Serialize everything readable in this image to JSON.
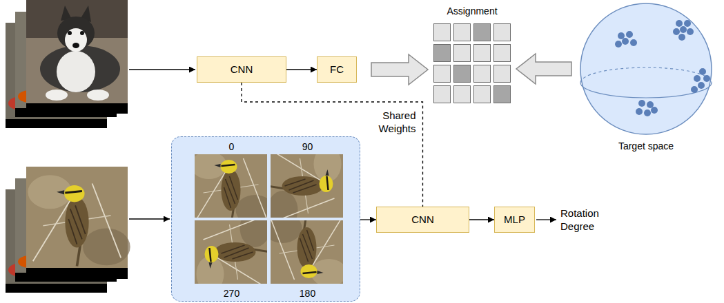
{
  "diagram": {
    "nodes": [
      {
        "text": [
          "CNN"
        ]
      },
      {
        "text": [
          "FC"
        ]
      },
      {
        "text": [
          "Assignment"
        ]
      },
      {
        "text": [
          "Target space"
        ]
      },
      {
        "text": [
          "0",
          "90",
          "270",
          "180"
        ]
      },
      {
        "text": [
          "CNN"
        ]
      },
      {
        "text": [
          "MLP"
        ]
      }
    ],
    "edges": [
      {
        "from": 0,
        "to": 1,
        "arrow": "to"
      },
      {
        "from": 1,
        "to": 2,
        "arrow": "to"
      },
      {
        "from": 3,
        "to": 2,
        "arrow": "to"
      },
      {
        "from": 0,
        "to": 5,
        "label": "Shared Weights",
        "arrow": "none"
      },
      {
        "from": 4,
        "to": 5,
        "arrow": "to"
      },
      {
        "from": 5,
        "to": 6,
        "arrow": "to"
      }
    ],
    "labels": [
      "Rotation Degree"
    ]
  }
}
